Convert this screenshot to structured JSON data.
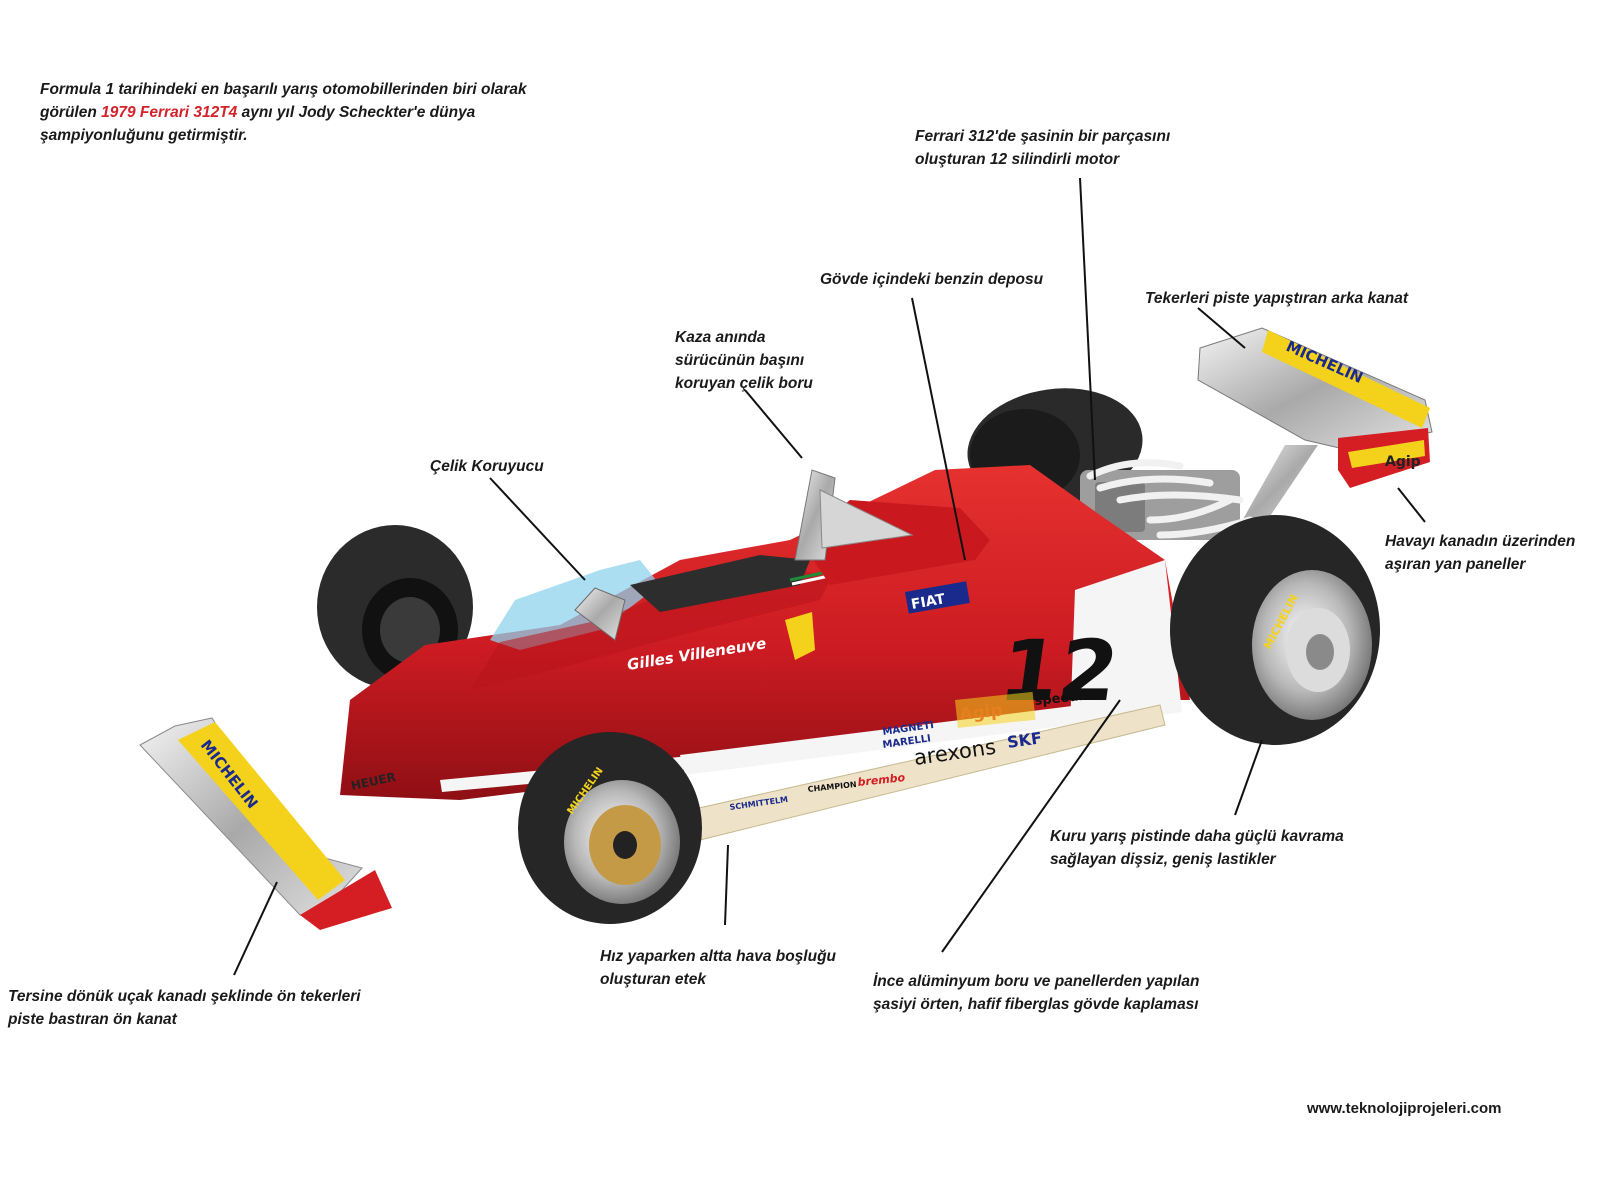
{
  "intro": {
    "prefix": "Formula 1 tarihindeki en başarılı yarış otomobillerinden biri olarak görülen ",
    "highlight": "1979 Ferrari 312T4",
    "suffix": " aynı yıl Jody Scheckter'e dünya şampiyonluğunu getirmiştir."
  },
  "labels": {
    "engine": "Ferrari 312'de şasinin bir parçasını\noluşturan 12 silindirli motor",
    "fuel_tank": "Gövde içindeki benzin deposu",
    "rear_wing": "Tekerleri piste yapıştıran arka kanat",
    "roll_bar": "Kaza anında\nsürücünün başını\nkoruyan çelik boru",
    "steel_guard": "Çelik Koruyucu",
    "side_panels": "Havayı kanadın üzerinden\naşıran yan paneller",
    "tyres": "Kuru yarış pistinde daha güçlü kavrama\nsağlayan dişsiz, geniş lastikler",
    "skirt": "Hız yaparken altta hava boşluğu\noluşturan etek",
    "body": "İnce alüminyum boru ve panellerden yapılan\nşasiyi örten, hafif fiberglas gövde kaplaması",
    "front_wing": "Tersine dönük uçak kanadı şeklinde ön tekerleri\npiste bastıran ön kanat"
  },
  "car_text": {
    "number": "12",
    "driver": "Gilles Villeneuve",
    "fiat": "FIAT",
    "agip": "Agip",
    "michelin": "MICHELIN",
    "arexons": "arexons",
    "skf": "SKF",
    "speedline": "speedline",
    "magneti": "MAGNETI",
    "marelli": "MARELLI",
    "champion": "CHAMPION",
    "brembo": "brembo",
    "schmittelm": "SCHMITTELM",
    "heuer": "HEUER"
  },
  "website": "www.teknolojiprojeleri.com",
  "colors": {
    "ferrari_red": "#d41e24",
    "highlight_red": "#d2232a",
    "sponsor_yellow": "#f4d21c",
    "tyre_black": "#262626"
  }
}
